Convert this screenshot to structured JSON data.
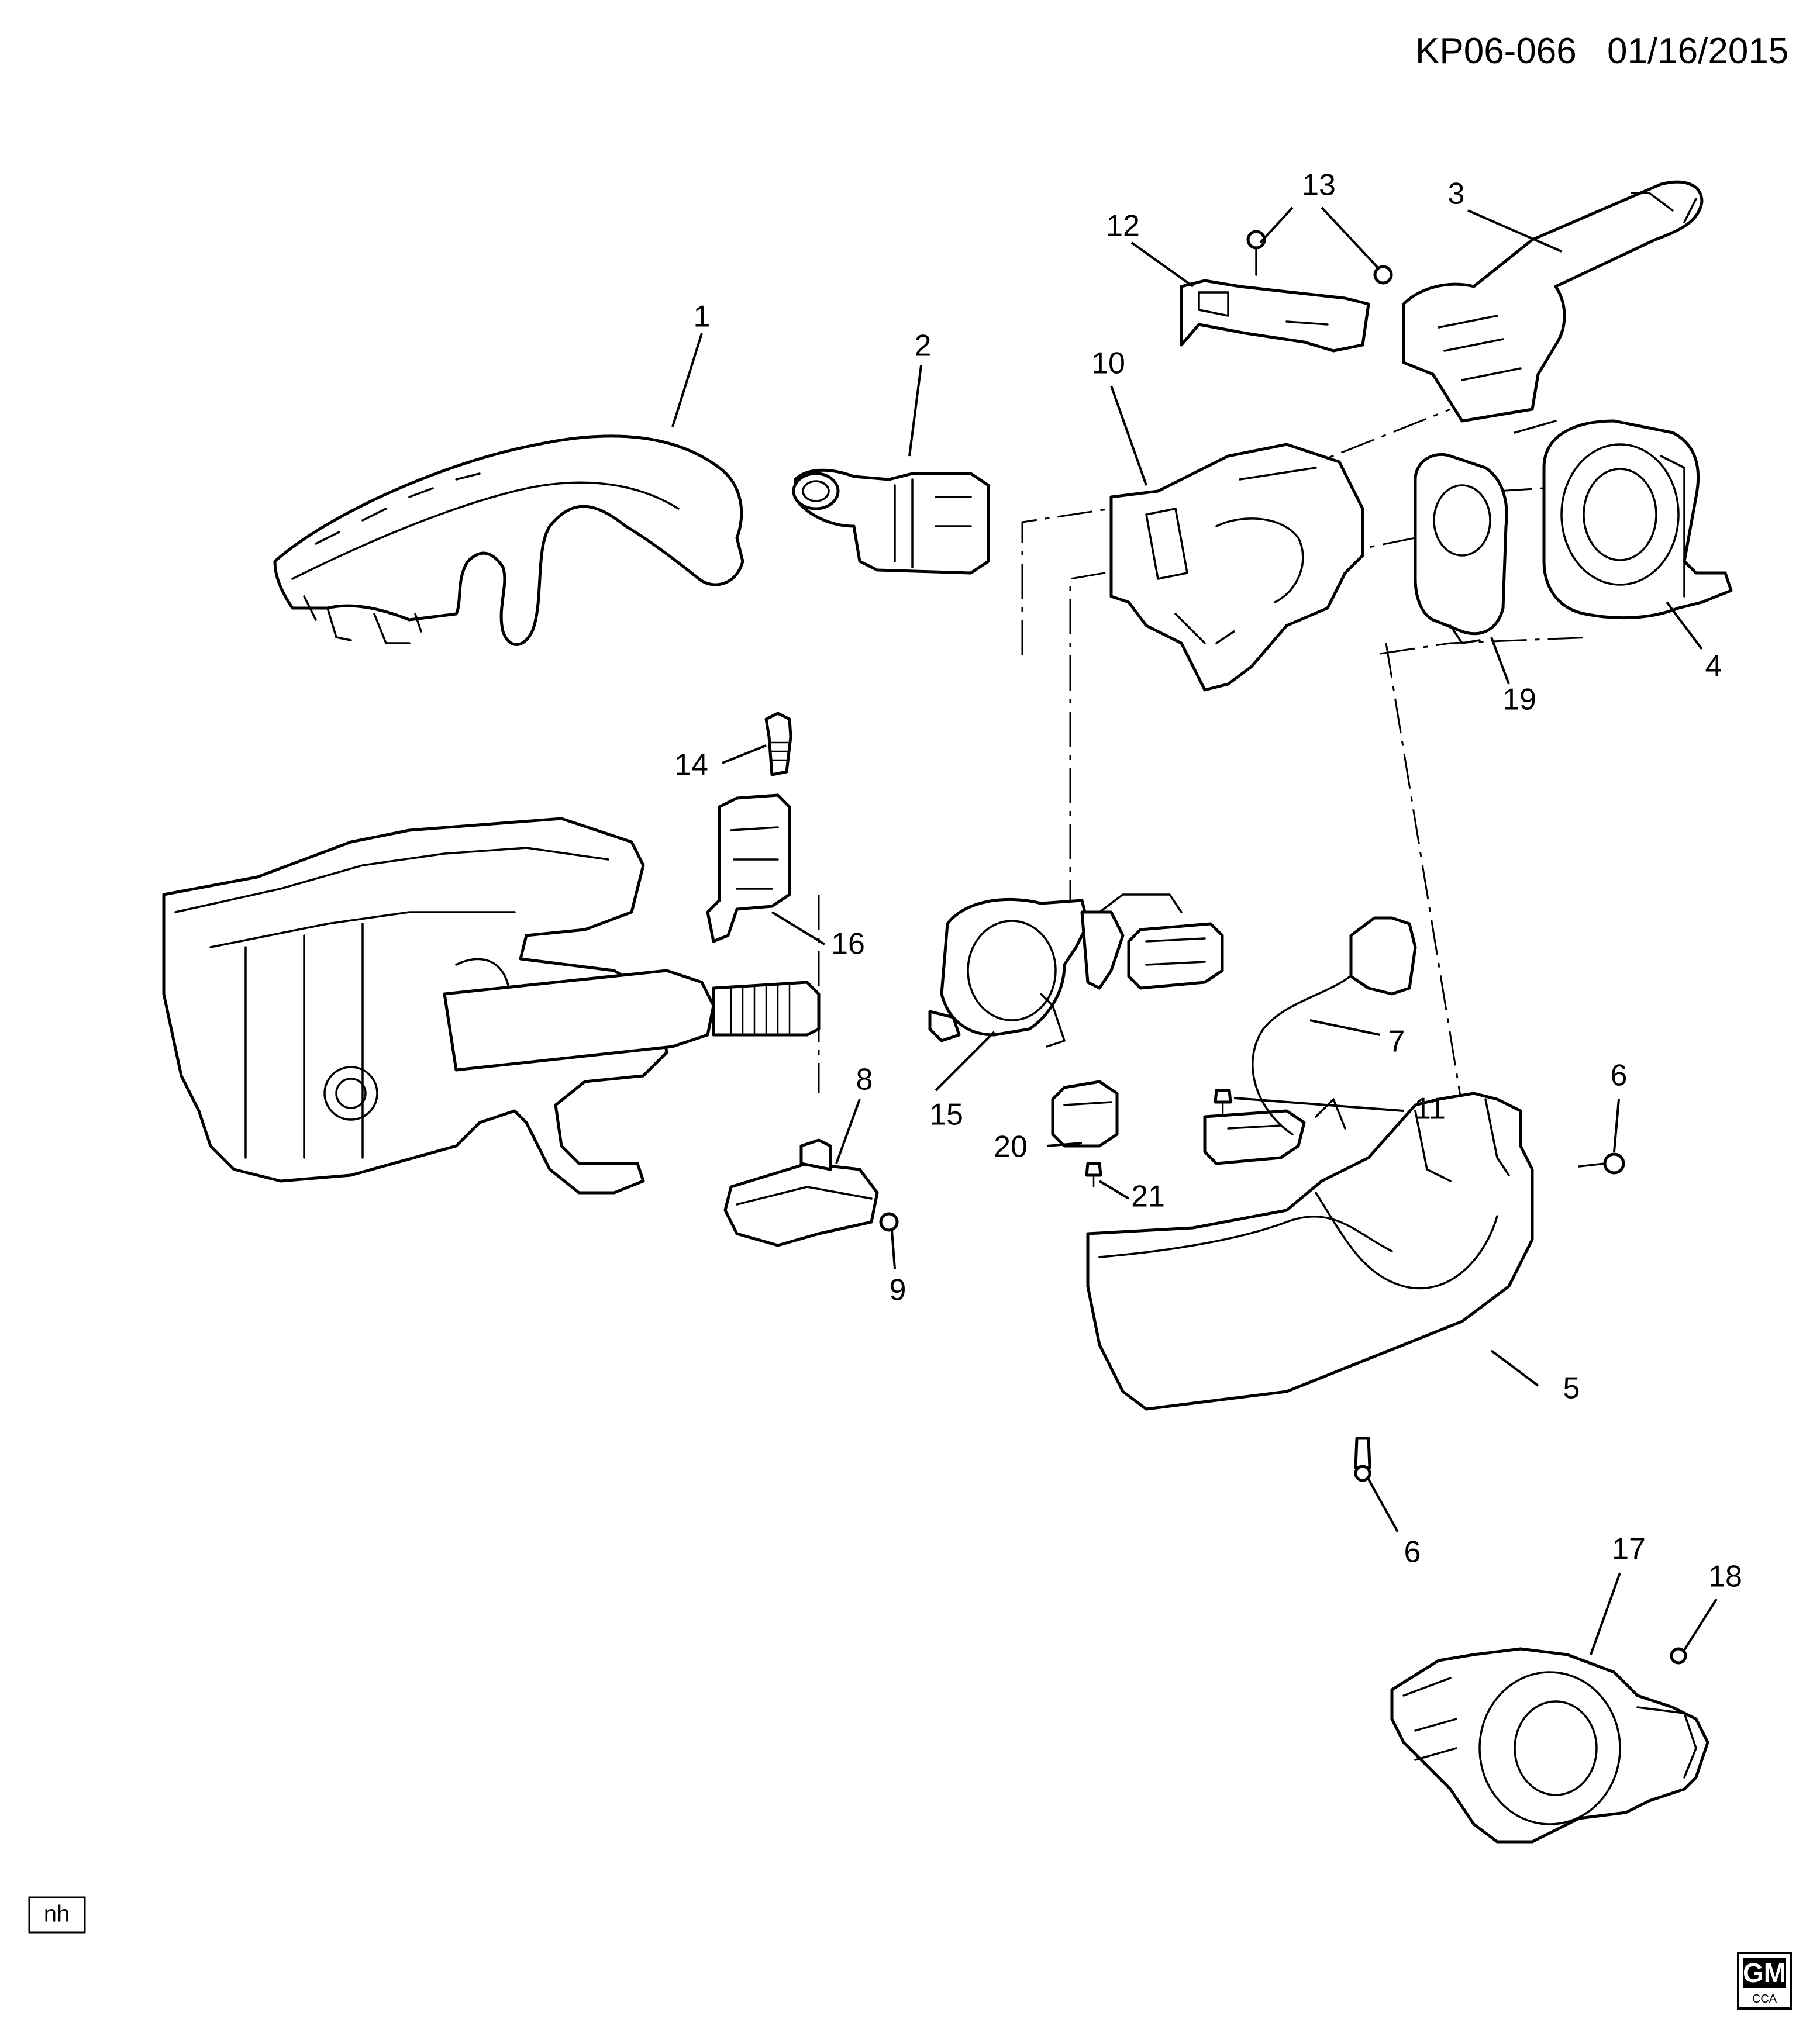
{
  "header": {
    "code": "KP06-066",
    "date": "01/16/2015"
  },
  "badge": {
    "label": "nh"
  },
  "logo": {
    "text": "GM",
    "subtext": "CCA"
  },
  "callouts": [
    "1",
    "2",
    "3",
    "4",
    "5",
    "6",
    "6",
    "7",
    "8",
    "9",
    "10",
    "11",
    "12",
    "13",
    "14",
    "15",
    "16",
    "17",
    "18",
    "19",
    "20",
    "21"
  ]
}
